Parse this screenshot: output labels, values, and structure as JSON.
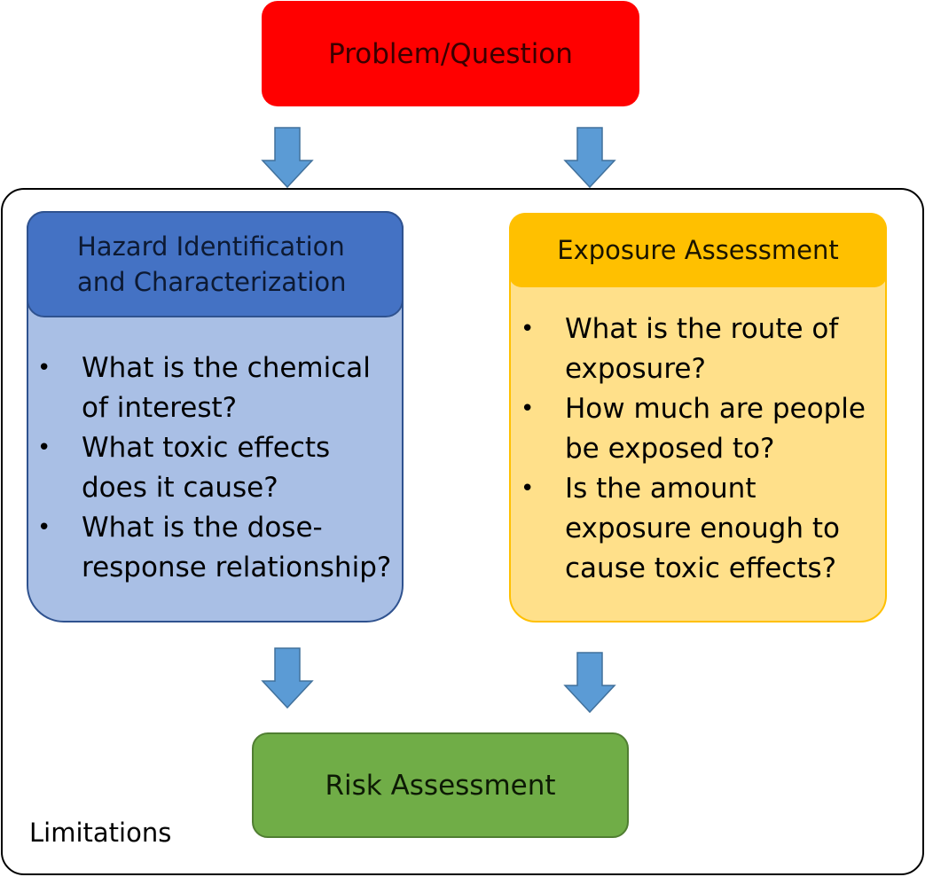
{
  "problem": {
    "label": "Problem/Question",
    "color": "#ff0000"
  },
  "hazard": {
    "title_line1": "Hazard Identification",
    "title_line2": "and Characterization",
    "color": "#4472c4",
    "body_color": "#a9bfe5",
    "bullets": [
      {
        "line1": "What is the chemical",
        "line2": "of interest?"
      },
      {
        "line1": "What toxic effects",
        "line2": "does it cause?"
      },
      {
        "line1": "What is the dose-",
        "line2": "response relationship?"
      }
    ]
  },
  "exposure": {
    "title": "Exposure Assessment",
    "color": "#ffc000",
    "body_color": "#ffe08a",
    "bullets": [
      {
        "line1": "What is the route of",
        "line2": "exposure?"
      },
      {
        "line1": "How much are people",
        "line2": "be exposed to?"
      },
      {
        "line1": "Is the amount",
        "line2": "exposure enough to",
        "line3": "cause toxic effects?"
      }
    ]
  },
  "risk": {
    "label": "Risk Assessment",
    "color": "#70ad47"
  },
  "limitations": {
    "label": "Limitations"
  },
  "bullet_glyph": "•",
  "arrow_color": "#5b9bd5"
}
